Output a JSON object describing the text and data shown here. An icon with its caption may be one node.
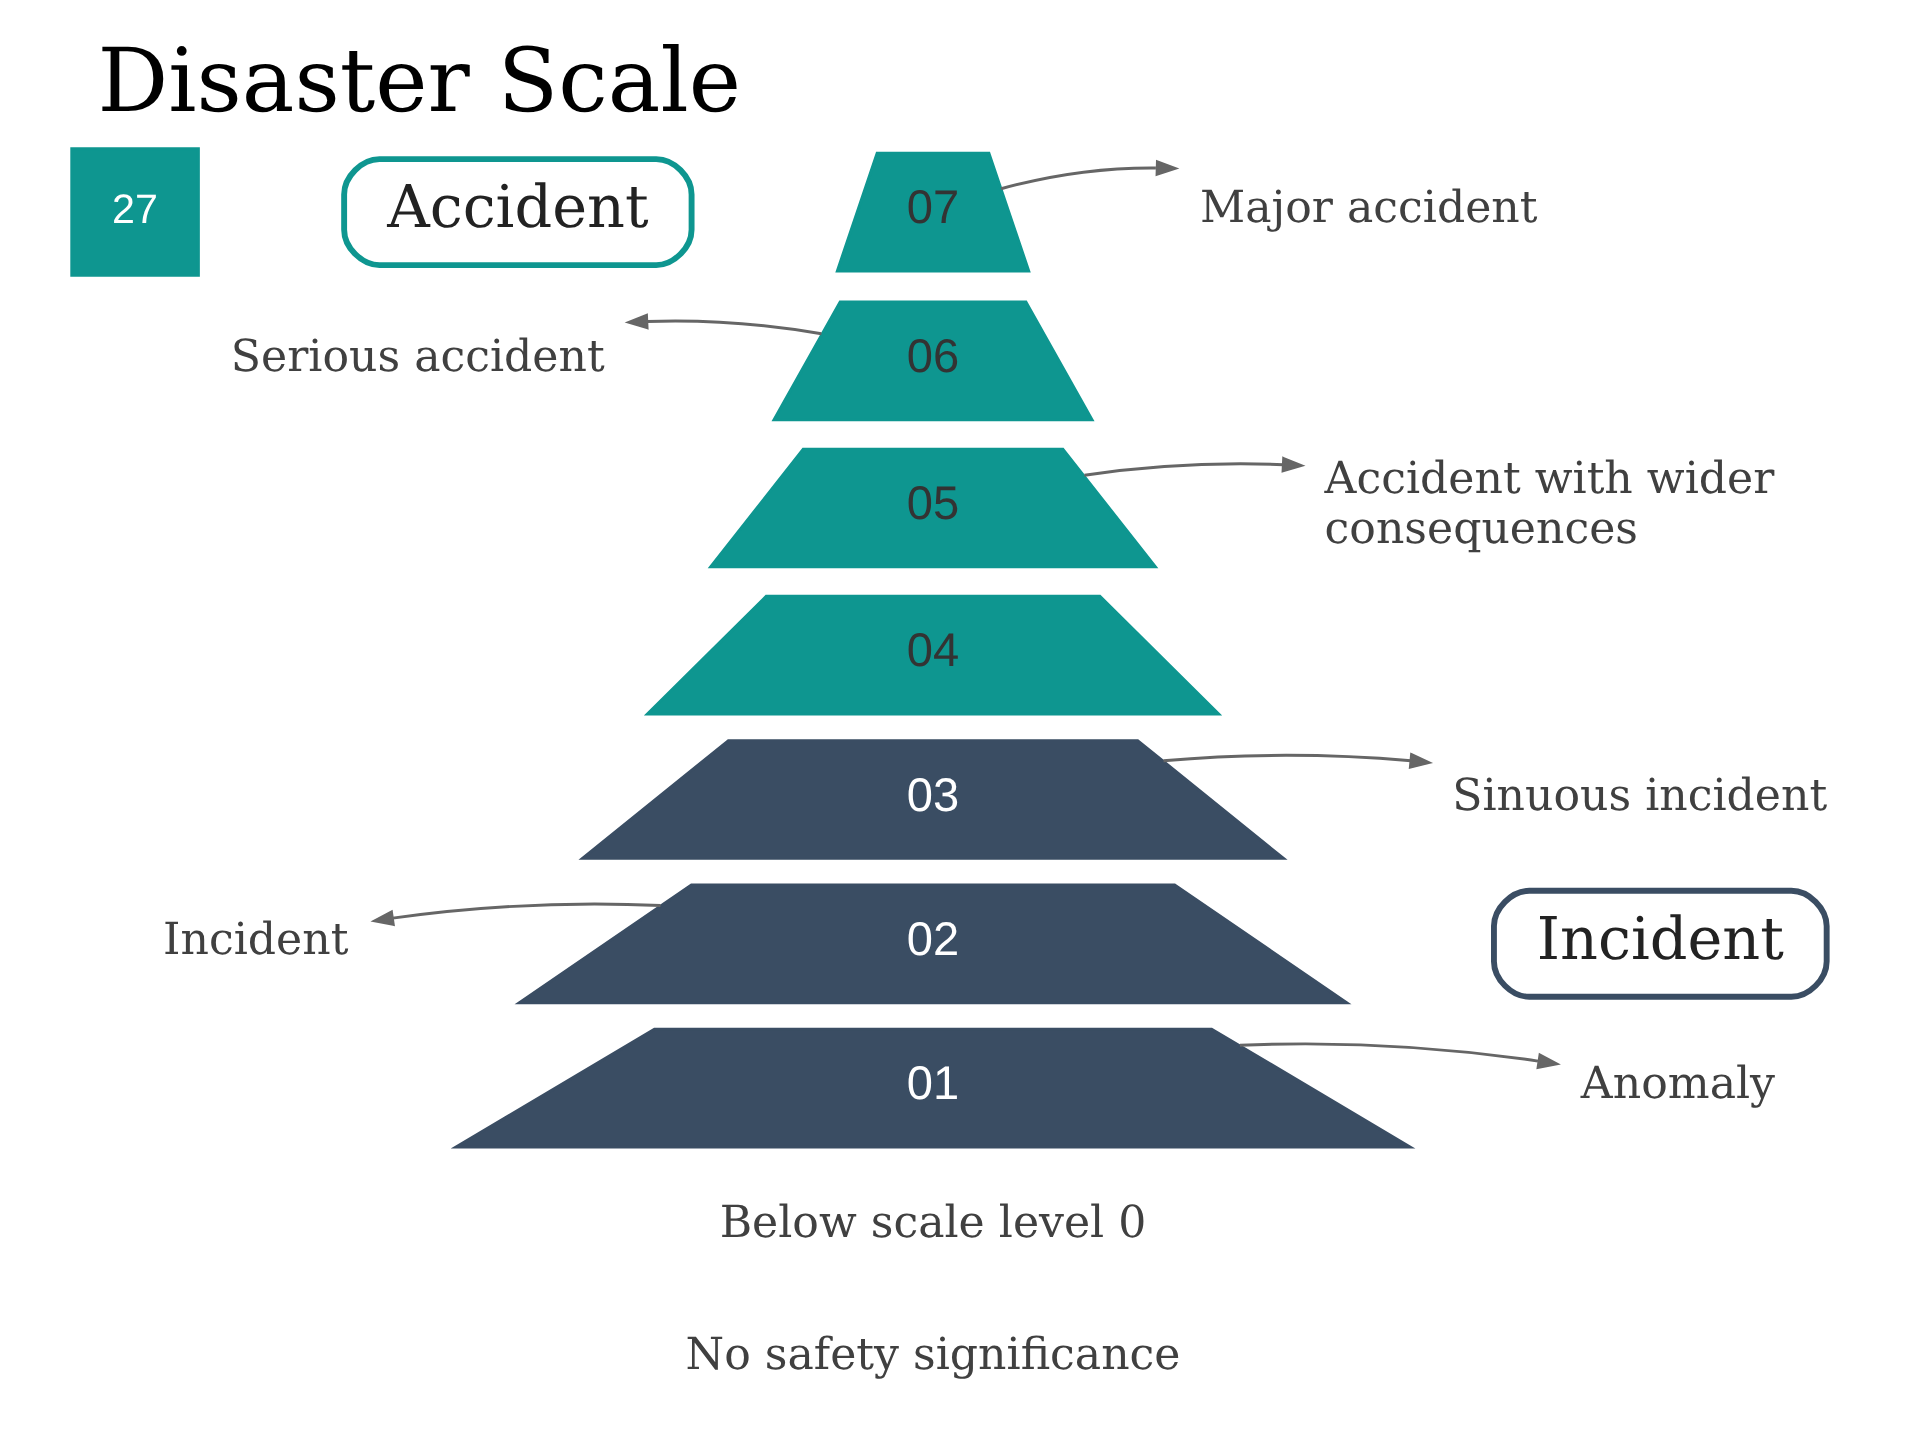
{
  "diagram": {
    "title": "Disaster Scale",
    "nodes": [
      {
        "text": [
          "27"
        ]
      },
      {
        "text": [
          "07"
        ]
      },
      {
        "text": [
          "Major accident"
        ]
      },
      {
        "text": [
          "Accident"
        ]
      },
      {
        "text": [
          "Serious accident"
        ]
      },
      {
        "text": [
          "06"
        ]
      },
      {
        "text": [
          "05"
        ]
      },
      {
        "text": [
          "Accident with wider consequences"
        ]
      },
      {
        "text": [
          "04"
        ]
      },
      {
        "text": [
          "03"
        ]
      },
      {
        "text": [
          "Sinuous incident"
        ]
      },
      {
        "text": [
          "Incident"
        ]
      },
      {
        "text": [
          "02"
        ]
      },
      {
        "text": [
          "Incident"
        ]
      },
      {
        "text": [
          "01"
        ]
      },
      {
        "text": [
          "Anomaly"
        ]
      }
    ],
    "edges": [
      {
        "from": 1,
        "to": 2,
        "arrow": "to"
      },
      {
        "from": 5,
        "to": 4,
        "arrow": "to"
      },
      {
        "from": 6,
        "to": 7,
        "arrow": "to"
      },
      {
        "from": 9,
        "to": 10,
        "arrow": "to"
      },
      {
        "from": 12,
        "to": 11,
        "arrow": "to"
      },
      {
        "from": 14,
        "to": 15,
        "arrow": "to"
      }
    ],
    "labels": [
      "Below scale level 0",
      "No safety significance"
    ]
  }
}
